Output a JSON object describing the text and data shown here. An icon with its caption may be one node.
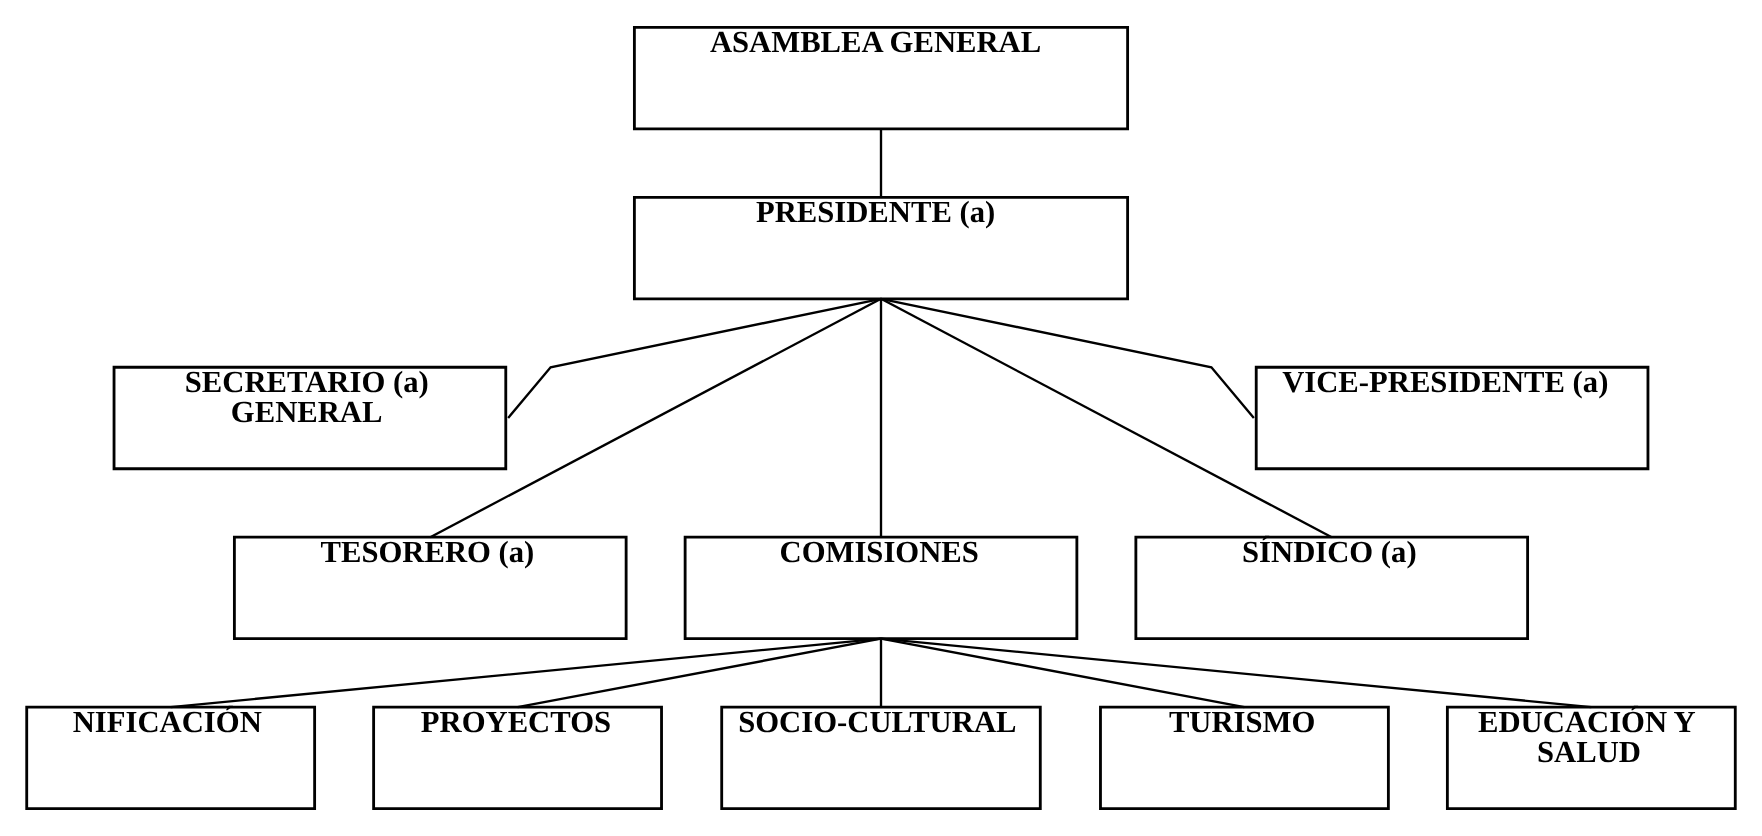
{
  "diagram": {
    "nodes": [
      {
        "text": [
          "ASAMBLEA GENERAL"
        ]
      },
      {
        "text": [
          "PRESIDENTE (a)"
        ]
      },
      {
        "text": [
          "SECRETARIO (a) GENERAL"
        ]
      },
      {
        "text": [
          "VICE-PRESIDENTE (a)"
        ]
      },
      {
        "text": [
          "TESORERO (a)"
        ]
      },
      {
        "text": [
          "COMISIONES"
        ]
      },
      {
        "text": [
          "SÍNDICO (a)"
        ]
      },
      {
        "text": [
          "NIFICACIÓN"
        ]
      },
      {
        "text": [
          "PROYECTOS"
        ]
      },
      {
        "text": [
          "SOCIO-CULTURAL"
        ]
      },
      {
        "text": [
          "TURISMO"
        ]
      },
      {
        "text": [
          "EDUCACIÓN Y SALUD"
        ]
      }
    ],
    "edges": [
      {
        "from": 0,
        "to": 1,
        "arrow": "none"
      },
      {
        "from": 1,
        "to": 2,
        "arrow": "none"
      },
      {
        "from": 1,
        "to": 4,
        "arrow": "none"
      },
      {
        "from": 1,
        "to": 5,
        "arrow": "none"
      },
      {
        "from": 1,
        "to": 6,
        "arrow": "none"
      },
      {
        "from": 1,
        "to": 3,
        "arrow": "none"
      },
      {
        "from": 5,
        "to": 7,
        "arrow": "none"
      },
      {
        "from": 5,
        "to": 8,
        "arrow": "none"
      },
      {
        "from": 5,
        "to": 9,
        "arrow": "none"
      },
      {
        "from": 5,
        "to": 10,
        "arrow": "none"
      },
      {
        "from": 5,
        "to": 11,
        "arrow": "none"
      }
    ]
  }
}
